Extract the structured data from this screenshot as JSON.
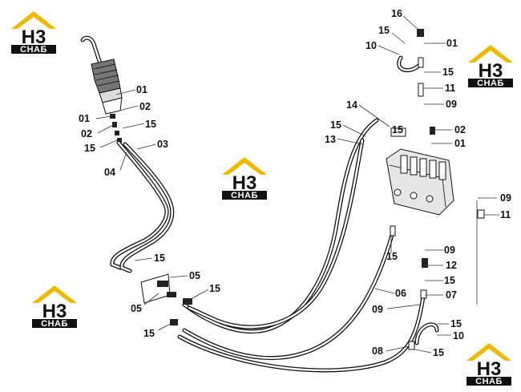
{
  "logo": {
    "letters": "H3",
    "word": "CHAБ",
    "roof_color": "#f2b800",
    "band_color": "#111111"
  },
  "callouts": {
    "c16": "16",
    "c15_tr": "15",
    "c01_tr": "01",
    "c10_tr": "10",
    "c15_r1": "15",
    "c11_r1": "11",
    "c09_r1": "09",
    "c14": "14",
    "c15_l": "15",
    "c13": "13",
    "c15_v": "15",
    "c02_r": "02",
    "c01_r": "01",
    "c09_r2": "09",
    "c11_r2": "11",
    "c15_mid": "15",
    "c09_r3": "09",
    "c12": "12",
    "c15_r3": "15",
    "c06": "06",
    "c07": "07",
    "c09_low": "09",
    "c15_br": "15",
    "c10_br": "10",
    "c08": "08",
    "c15_bb": "15",
    "c01_j": "01",
    "c02_j": "02",
    "c01_jl": "01",
    "c02_jl": "02",
    "c15_j": "15",
    "c15_jl": "15",
    "c03": "03",
    "c04": "04",
    "c15_b": "15",
    "c05_a": "05",
    "c05_b": "05",
    "c15_c": "15",
    "c15_d": "15"
  }
}
